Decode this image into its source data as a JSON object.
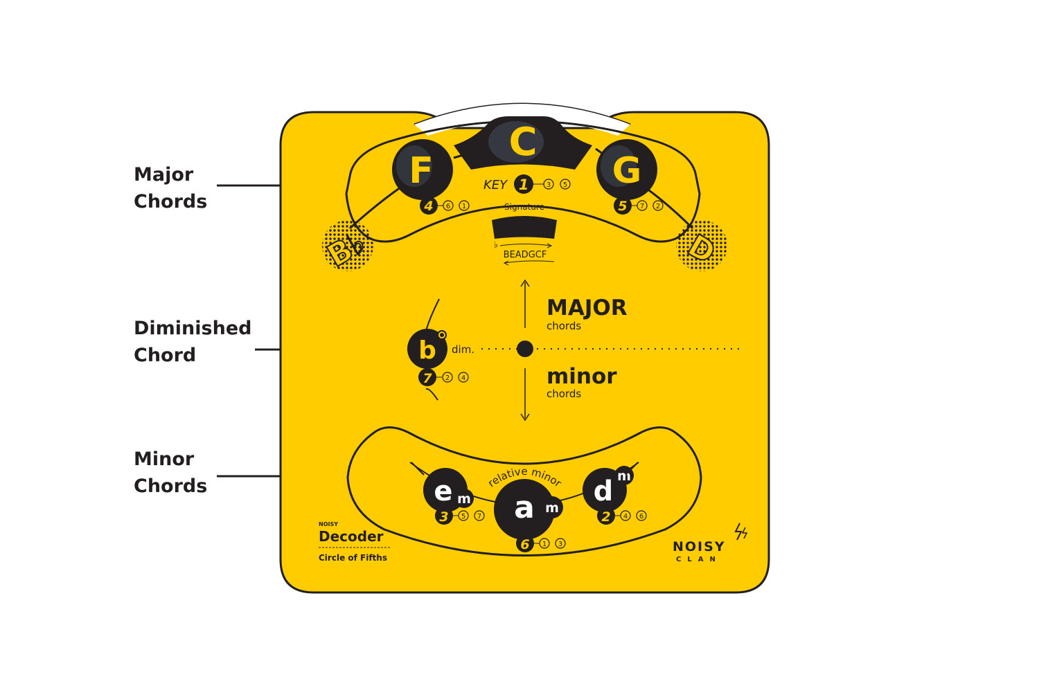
{
  "callouts": {
    "major": [
      "Major",
      "Chords"
    ],
    "diminished": [
      "Diminished",
      "Chord"
    ],
    "minor": [
      "Minor",
      "Chords"
    ]
  },
  "major_row": {
    "key_chord": "C",
    "key_label": "KEY",
    "key_degree": "1",
    "key_extra": [
      "3",
      "5"
    ],
    "left_chord": "F",
    "left_degree": "4",
    "left_extra": [
      "6",
      "1"
    ],
    "right_chord": "G",
    "right_degree": "5",
    "right_extra": [
      "7",
      "2"
    ],
    "far_left_chord": "B♭",
    "far_right_chord": "D"
  },
  "signature": {
    "label": "Signature",
    "flat_symbol": "♭",
    "sequence": "BEADGCF"
  },
  "center": {
    "major_title": "MAJOR",
    "major_sub": "chords",
    "minor_title": "minor",
    "minor_sub": "chords"
  },
  "diminished": {
    "chord": "b",
    "symbol": "°",
    "label": "dim.",
    "degree": "7",
    "extra": [
      "2",
      "4"
    ]
  },
  "minor_row": {
    "arc_label": "relative minor",
    "left_chord": "e",
    "left_suffix": "m",
    "left_degree": "3",
    "left_extra": [
      "5",
      "7"
    ],
    "center_chord": "a",
    "center_suffix": "m",
    "center_degree": "6",
    "center_extra": [
      "1",
      "3"
    ],
    "right_chord": "d",
    "right_suffix": "m",
    "right_degree": "2",
    "right_extra": [
      "4",
      "6"
    ]
  },
  "branding": {
    "small": "NOISY",
    "title": "Decoder",
    "subtitle": "Circle of Fifths",
    "logo_top": "NOISY",
    "logo_bottom": "CLAN"
  },
  "colors": {
    "board": "#ffcc00",
    "ink": "#231f20",
    "paper": "#ffffff"
  }
}
